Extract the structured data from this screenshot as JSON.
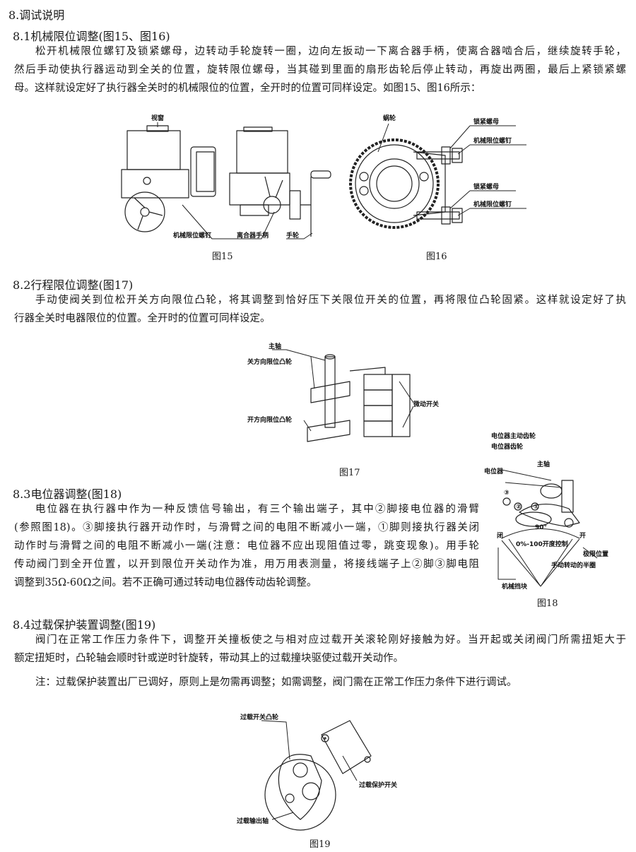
{
  "title": "8.调试说明",
  "s81": {
    "heading": "8.1机械限位调整(图15、图16)",
    "lines": [
      "松开机械限位螺钉及锁紧螺母，边转动手轮旋转一圈，边向左扳动一下离合器手柄，使离合器啮合后，继续旋转手轮，",
      "然后手动使执行器运动到全关的位置，旋转限位螺母，当其碰到里面的扇形齿轮后停止转动，再旋出两圈，最后上紧锁紧螺",
      "母。这样就设定好了执行器全关时的机械限位的位置，全开时的位置可同样设定。如图15、图16所示："
    ],
    "fig15": {
      "caption": "图15",
      "labels": [
        "视窗",
        "机械限位螺钉",
        "离合器手柄",
        "手轮"
      ]
    },
    "fig16": {
      "caption": "图16",
      "labels": [
        "蜗轮",
        "锁紧螺母",
        "机械限位螺钉",
        "锁紧螺母",
        "机械限位螺钉"
      ]
    }
  },
  "s82": {
    "heading": "8.2行程限位调整(图17)",
    "lines": [
      "手动使阀关到位松开关方向限位凸轮，将其调整到恰好压下关限位开关的位置，再将限位凸轮固紧。这样就设定好了执",
      "行器全关时电器限位的位置。全开时的位置可同样设定。"
    ],
    "fig17": {
      "caption": "图17",
      "labels": [
        "主轴",
        "关方向限位凸轮",
        "微动开关",
        "开方向限位凸轮"
      ]
    }
  },
  "s83": {
    "heading": "8.3电位器调整(图18)",
    "lines": [
      "电位器在执行器中作为一种反馈信号输出，有三个输出端子，其中②脚接电位器的滑臂",
      "(参照图18)。③脚接执行器开动作时，与滑臂之间的电阻不断减小一端，①脚则接执行器关闭",
      "动作时与滑臂之间的电阻不断减小一端(注意：电位器不应出现阻值过零，跳变现象)。用手轮",
      "传动阀门到全开位置，以开到限位开关动作为准，用万用表测量，将接线端子上②脚③脚电阻",
      "调整到35Ω-60Ω之间。若不正确可通过转动电位器传动齿轮调整。"
    ],
    "fig18": {
      "caption": "图18",
      "labels": [
        "主轴",
        "电位器主动齿轮",
        "电位器齿轮",
        "电位器",
        "③",
        "②",
        "①"
      ],
      "diagram": {
        "angle": "90°",
        "close": "闭",
        "open": "开",
        "range": "0%-100开度控制",
        "limit": "极限位置",
        "manual": "手动转动的半圈",
        "stop": "机械挡块"
      }
    }
  },
  "s84": {
    "heading": "8.4过载保护装置调整(图19)",
    "lines": [
      "阀门在正常工作压力条件下，调整开关撞板使之与相对应过载开关滚轮刚好接触为好。当开起或关闭阀门所需扭矩大于",
      "额定扭矩时，凸轮轴会顺时针或逆时针旋转，带动其上的过载撞块驱使过载开关动作。"
    ],
    "note": "注：过载保护装置出厂已调好，原则上是勿需再调整；如需调整，阀门需在正常工作压力条件下进行调试。",
    "fig19": {
      "caption": "图19",
      "labels": [
        "过载开关凸轮",
        "过载保护开关",
        "过载输出轴"
      ]
    }
  }
}
